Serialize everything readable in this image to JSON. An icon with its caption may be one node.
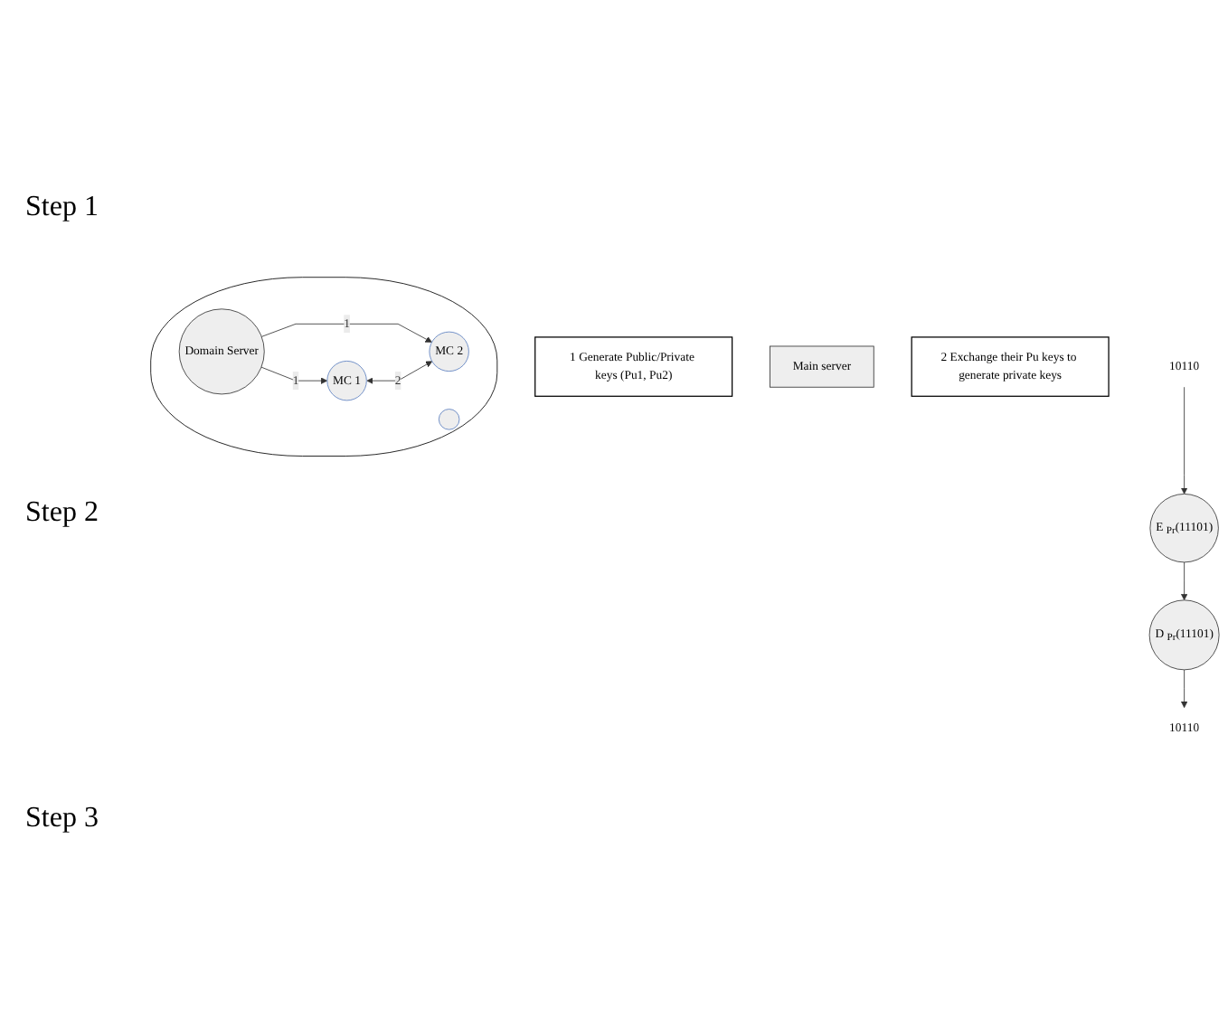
{
  "diagram": {
    "nodes": [
      {
        "text": [
          "1 Generate Public/Private keys (Pu1, Pu2)"
        ]
      },
      {
        "text": [
          "Main server"
        ]
      },
      {
        "text": [],
        "shape": "ellipse"
      },
      {
        "text": [
          "Domain Server"
        ],
        "in": 2
      },
      {
        "text": [
          "MC 2"
        ],
        "in": 2
      },
      {
        "text": [
          "MC 1"
        ],
        "in": 2
      },
      {
        "text": [],
        "shape": "circle",
        "in": 2
      },
      {
        "text": [
          "2 Exchange their Pu keys to generate private keys"
        ]
      },
      {
        "text": [
          "10110"
        ]
      },
      {
        "text": [
          "E $_{Pr}$(11101)"
        ]
      },
      {
        "text": [
          "D $_{Pr}$(11101)"
        ]
      },
      {
        "text": [
          "10110"
        ]
      }
    ],
    "edges": [
      {
        "from": 3,
        "to": 5,
        "arrow": "to",
        "label": "1"
      },
      {
        "from": 3,
        "to": 4,
        "arrow": "to",
        "label": "1"
      },
      {
        "from": 5,
        "to": 4,
        "arrow": "both",
        "label": "2"
      },
      {
        "from": 8,
        "to": 9,
        "arrow": "to"
      },
      {
        "from": 9,
        "to": 10,
        "arrow": "to"
      },
      {
        "from": 10,
        "to": 11,
        "arrow": "to"
      }
    ],
    "labels": [
      "Step 1",
      "Step 2",
      "Step 3"
    ]
  }
}
